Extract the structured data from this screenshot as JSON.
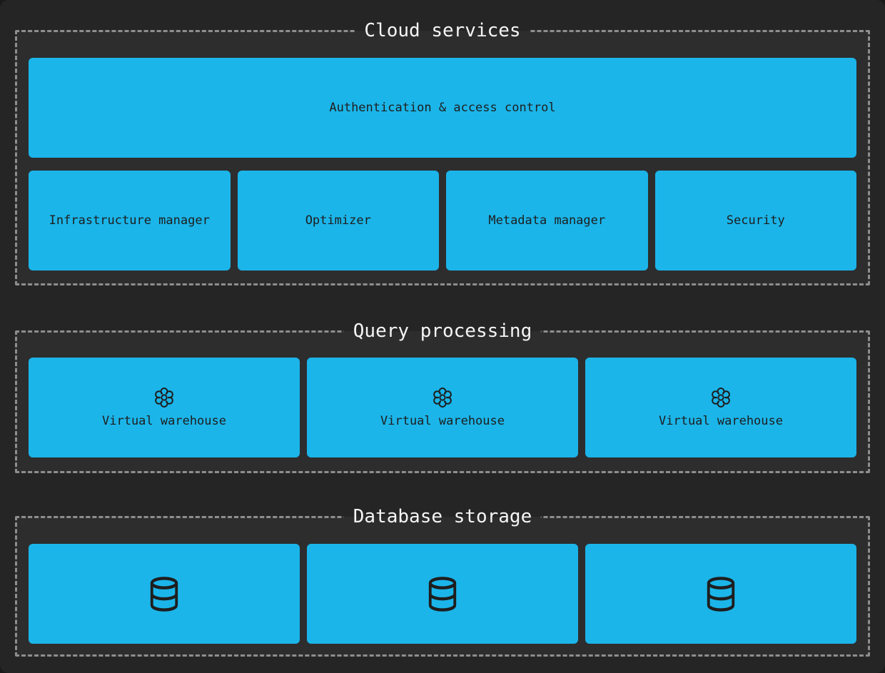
{
  "colors": {
    "background": "#252526",
    "section_background": "#2d2d2e",
    "dashed_border": "#8e8e8e",
    "box_fill": "#1bb5e9",
    "box_text": "#1e1e1e",
    "title_text": "#f5f5f5"
  },
  "sections": {
    "cloud_services": {
      "title": "Cloud services",
      "auth_label": "Authentication & access control",
      "boxes": [
        "Infrastructure manager",
        "Optimizer",
        "Metadata manager",
        "Security"
      ]
    },
    "query_processing": {
      "title": "Query processing",
      "warehouse_label": "Virtual warehouse",
      "warehouse_count": 3,
      "icon": "gear-icon"
    },
    "database_storage": {
      "title": "Database storage",
      "database_count": 3,
      "icon": "database-icon"
    }
  }
}
